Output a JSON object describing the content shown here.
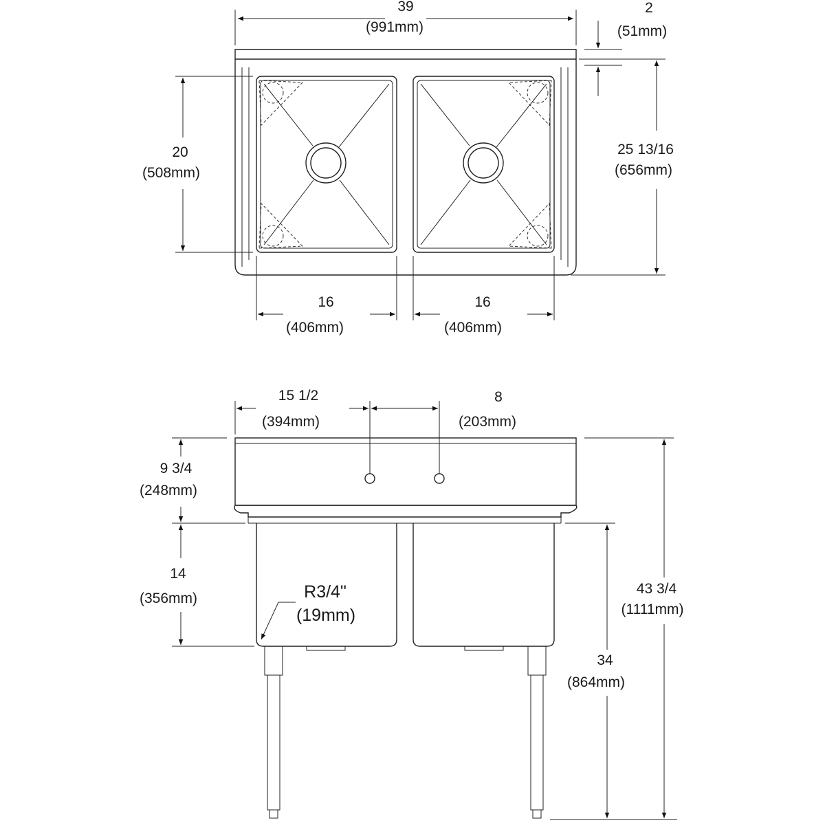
{
  "top_view": {
    "overall_width": {
      "value": "39",
      "metric": "(991mm)"
    },
    "backsplash_depth": {
      "value": "2",
      "metric": "(51mm)"
    },
    "overall_depth": {
      "value": "25 13/16",
      "metric": "(656mm)"
    },
    "bowl_front_to_back": {
      "value": "20",
      "metric": "(508mm)"
    },
    "left_bowl_width": {
      "value": "16",
      "metric": "(406mm)"
    },
    "right_bowl_width": {
      "value": "16",
      "metric": "(406mm)"
    }
  },
  "front_view": {
    "first_faucet_hole": {
      "value": "15 1/2",
      "metric": "(394mm)"
    },
    "faucet_spacing": {
      "value": "8",
      "metric": "(203mm)"
    },
    "backsplash_height": {
      "value": "9 3/4",
      "metric": "(248mm)"
    },
    "bowl_depth": {
      "value": "14",
      "metric": "(356mm)"
    },
    "corner_radius": {
      "value": "R3/4\"",
      "metric": "(19mm)"
    },
    "rim_height": {
      "value": "34",
      "metric": "(864mm)"
    },
    "overall_height": {
      "value": "43 3/4",
      "metric": "(1111mm)"
    }
  }
}
